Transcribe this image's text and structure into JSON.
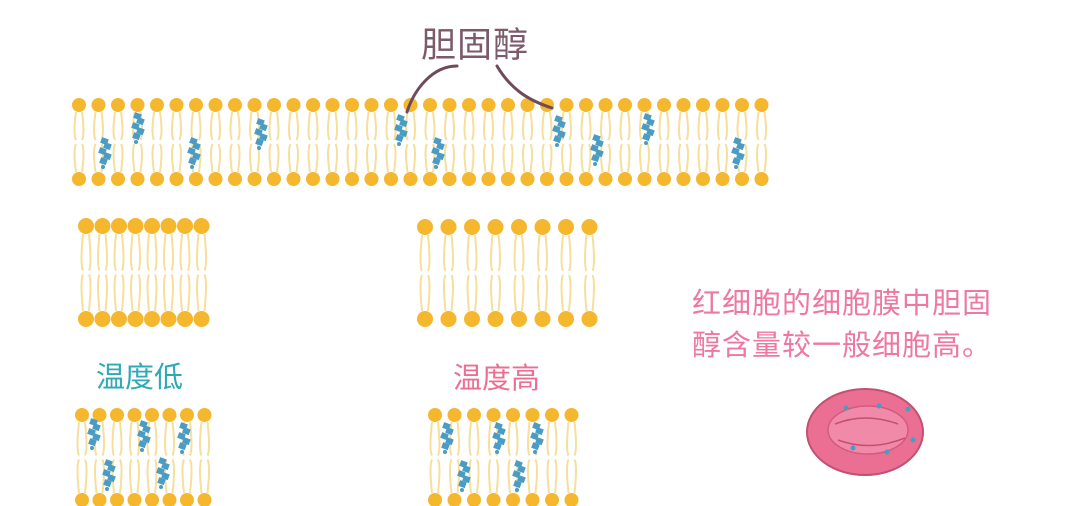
{
  "title": "胆固醇",
  "labels": {
    "low_temperature": "温度低",
    "high_temperature": "温度高"
  },
  "note": {
    "line1": "红细胞的细胞膜中胆固",
    "line2": "醇含量较一般细胞高。"
  },
  "colors": {
    "lipid_head": "#f5b72e",
    "lipid_tail": "#f6df9a",
    "cholesterol": "#4a9cc4",
    "pointer_line": "#6e4a5c",
    "red_cell": "#ea6f93",
    "low_label": "#2fa9b8",
    "high_label": "#ec6f93",
    "note_text": "#ee78a0"
  },
  "icons": {
    "membrane": "lipid-bilayer-icon",
    "sterol": "cholesterol-molecule-icon",
    "cell": "red-blood-cell-icon"
  }
}
